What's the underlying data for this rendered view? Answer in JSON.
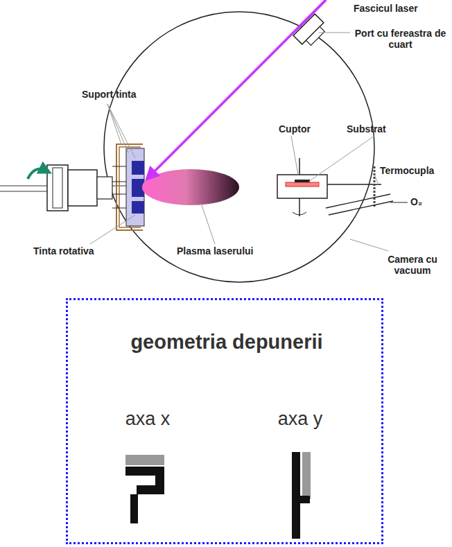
{
  "diagram": {
    "nodes": [
      {
        "text": [
          "geometria depunerii",
          "axa x",
          "axa y"
        ]
      }
    ],
    "edges": [],
    "labels": [
      "Fascicul laser",
      "Port cu fereastra de cuart",
      "Suport tinta",
      "Cuptor",
      "Substrat",
      "Termocupla",
      "Tinta rotativa",
      "Plasma laserului",
      "Camera cu vacuum",
      "O₂"
    ]
  }
}
